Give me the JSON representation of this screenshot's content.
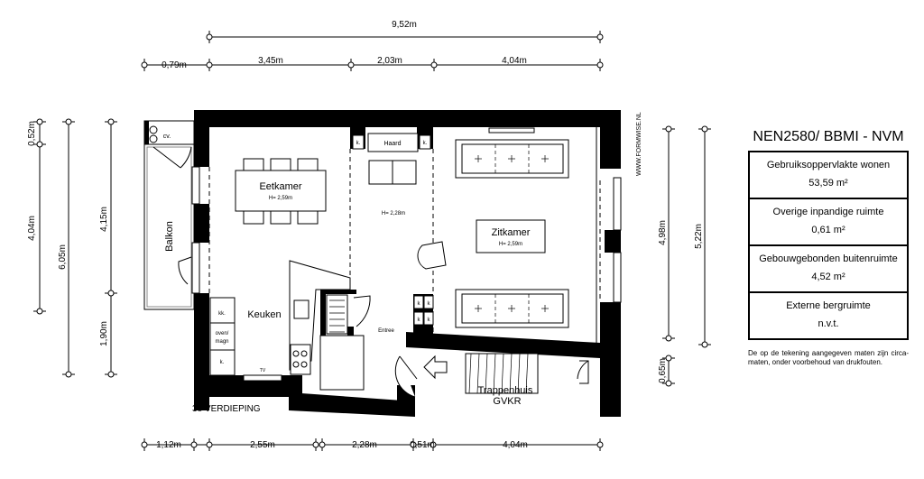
{
  "dimensions": {
    "top_total": "9,52m",
    "top_segments": [
      "0,79m",
      "3,45m",
      "2,03m",
      "4,04m"
    ],
    "bottom_segments": [
      "1,12m",
      "2,55m",
      "2,28m",
      "0,51m",
      "4,04m"
    ],
    "left_outer": [
      "0,52m",
      "4,04m"
    ],
    "left_mid": "6,05m",
    "left_inner": [
      "4,15m",
      "1,90m"
    ],
    "right_inner": [
      "4,98m",
      "0,65m"
    ],
    "right_outer": "5,22m"
  },
  "rooms": {
    "cv": "cv.",
    "balkon": "Balkon",
    "eetkamer": "Eetkamer",
    "eetkamer_height": "H= 2,59m",
    "haard": "Haard",
    "k": "k.",
    "k_short": "k",
    "middle_height": "H= 2,28m",
    "zitkamer": "Zitkamer",
    "zitkamer_height": "H= 2,59m",
    "keuken": "Keuken",
    "kk": "kk.",
    "oven1": "oven/",
    "oven2": "magn",
    "tv": "TV",
    "entree": "Entree",
    "trappenhuis": "Trappenhuis",
    "gvkr": "GVKR"
  },
  "floor_label": "3e VERDIEPING",
  "watermark": "WWW.FORMWISE.NL",
  "panel": {
    "title": "NEN2580/ BBMI - NVM",
    "rows": [
      {
        "label": "Gebruiksoppervlakte wonen",
        "value": "53,59 m²"
      },
      {
        "label": "Overige inpandige ruimte",
        "value": "0,61 m²"
      },
      {
        "label": "Gebouwgebonden buitenruimte",
        "value": "4,52 m²"
      },
      {
        "label": "Externe bergruimte",
        "value": "n.v.t."
      }
    ],
    "note": "De op de tekening aangegeven maten zijn circa-maten, onder voorbehoud van drukfouten."
  }
}
